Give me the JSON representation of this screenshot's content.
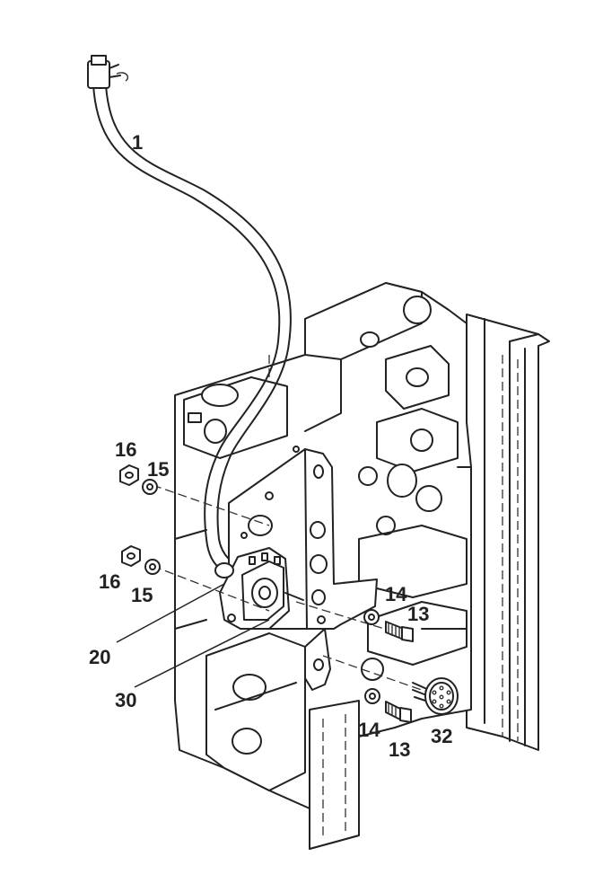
{
  "callouts": [
    {
      "id": "c1",
      "text": "1"
    },
    {
      "id": "c16a",
      "text": "16"
    },
    {
      "id": "c15a",
      "text": "15"
    },
    {
      "id": "c16b",
      "text": "16"
    },
    {
      "id": "c15b",
      "text": "15"
    },
    {
      "id": "c20",
      "text": "20"
    },
    {
      "id": "c30",
      "text": "30"
    },
    {
      "id": "c14a",
      "text": "14"
    },
    {
      "id": "c13a",
      "text": "13"
    },
    {
      "id": "c14b",
      "text": "14"
    },
    {
      "id": "c13b",
      "text": "13"
    },
    {
      "id": "c32",
      "text": "32"
    }
  ]
}
